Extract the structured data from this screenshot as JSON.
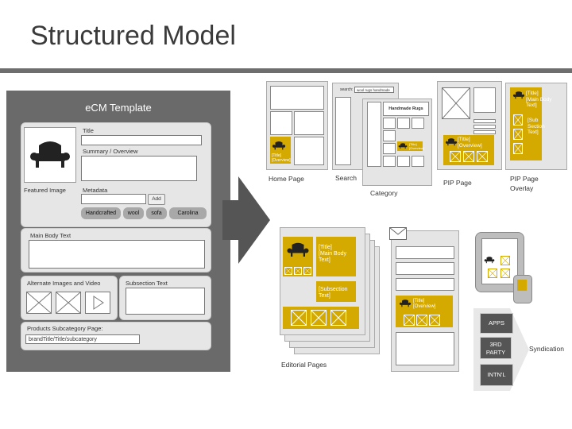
{
  "slide": {
    "title": "Structured Model"
  },
  "template": {
    "heading": "eCM Template",
    "title_label": "Title",
    "summary_label": "Summary / Overview",
    "featured_image_label": "Featured Image",
    "metadata_label": "Metadata",
    "add_button": "Add",
    "tags": [
      "Handcrafted",
      "wool",
      "sofa",
      "Carolina"
    ],
    "main_body_label": "Main Body Text",
    "alternate_images_label": "Alternate Images and Video",
    "subsection_label": "Subsection Text",
    "products_label": "Products Subcategory Page:",
    "products_path": "brandTitle/Title/subcategory"
  },
  "pages": {
    "home": "Home Page",
    "search": "Search",
    "search_label": "search:",
    "search_query": "wool rugs handmade",
    "category": "Category",
    "category_heading": "Handmade Rugs",
    "pip": "PIP Page",
    "pip_overlay_line1": "PIP Page",
    "pip_overlay_line2": "Overlay",
    "home_overview": "[Title]\n[Overview]",
    "category_overview": "[Title]\n[Overview]",
    "pip_overview": "[Title]\n[Overview]",
    "overlay_body": "[Title]\n[Main Body\nText]",
    "overlay_sub": "[Sub\nSection\nText]"
  },
  "editorial": {
    "caption": "Editorial Pages",
    "body": "[Title]\n[Main Body\nText]",
    "subsection": "[Subsection\nText]"
  },
  "email": {
    "overview": "[Title]\n[Overview]"
  },
  "syndication": {
    "channels": [
      "APPS",
      "3RD\nPARTY",
      "INTN'L"
    ],
    "label": "Syndication"
  }
}
